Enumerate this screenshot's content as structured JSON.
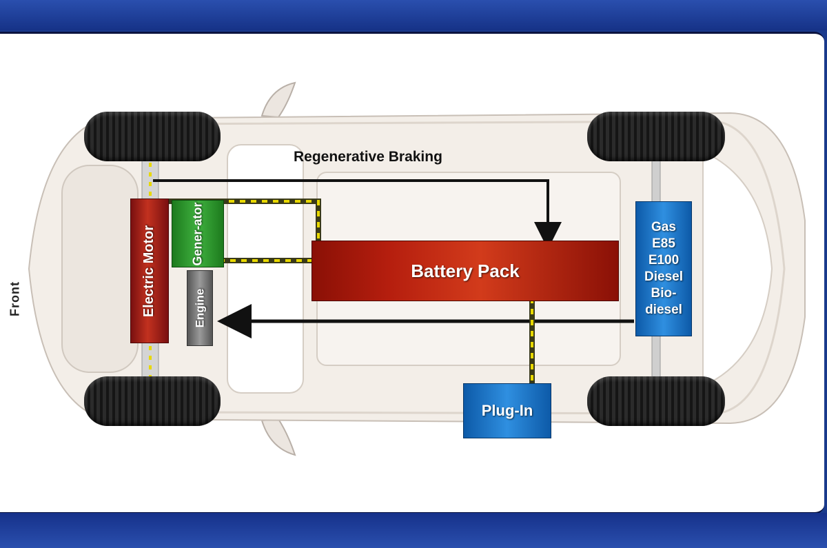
{
  "front_label": "Front",
  "regen_label": "Regenerative Braking",
  "components": {
    "electric_motor": "Electric Motor",
    "generator": "Gener-ator",
    "engine": "Engine",
    "battery_pack": "Battery Pack",
    "plug_in": "Plug-In",
    "fuels": [
      "Gas",
      "E85",
      "E100",
      "Diesel",
      "Bio-",
      "diesel"
    ]
  },
  "colors": {
    "motor": "#b5261a",
    "generator": "#2e9a2e",
    "engine": "#7a7a7a",
    "battery": "#b51e0e",
    "fuel": "#1e74c8",
    "background_band": "#1a3a8c"
  }
}
